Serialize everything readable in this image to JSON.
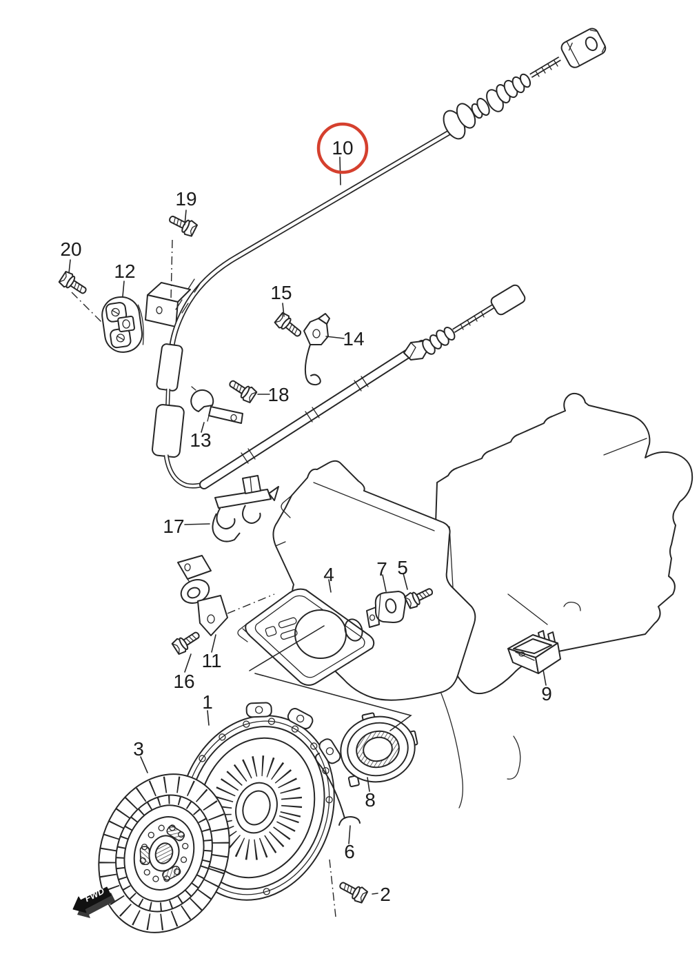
{
  "diagram": {
    "kind": "exploded-parts-line-drawing",
    "background": "#ffffff",
    "line_color": "#262626",
    "label_color": "#1b1b1b",
    "highlight": {
      "part": "10",
      "color": "#d5402e"
    },
    "fwd": {
      "label": "FWD"
    },
    "callouts": {
      "c1": "1",
      "c2": "2",
      "c3": "3",
      "c4": "4",
      "c5": "5",
      "c6": "6",
      "c7": "7",
      "c8": "8",
      "c9": "9",
      "c10": "10",
      "c11": "11",
      "c12": "12",
      "c13": "13",
      "c14": "14",
      "c15": "15",
      "c16": "16",
      "c17": "17",
      "c18": "18",
      "c19": "19",
      "c20": "20"
    }
  }
}
